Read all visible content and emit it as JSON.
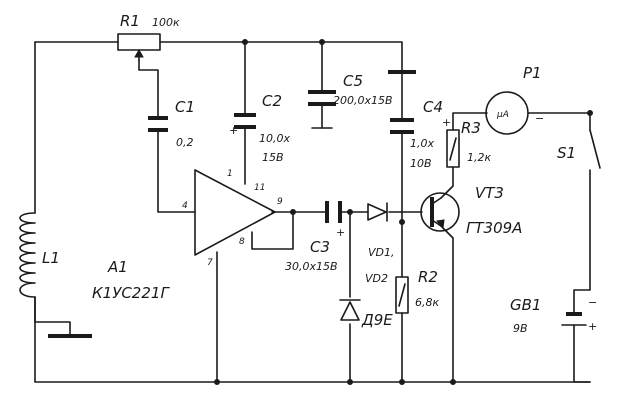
{
  "labels": {
    "r1_ref": "R1",
    "r1_val": "100к",
    "c1_ref": "C1",
    "c1_val": "0,2",
    "c2_ref": "C2",
    "c2_val1": "10,0х",
    "c2_val2": "15В",
    "c5_ref": "C5",
    "c5_val": "200,0х15В",
    "c4_ref": "C4",
    "c4_val1": "1,0х",
    "c4_val2": "10В",
    "r3_ref": "R3",
    "r3_val": "1,2к",
    "p1_ref": "P1",
    "meter_symbol": "μA",
    "s1_ref": "S1",
    "vt3_ref": "VT3",
    "vt3_part": "ГТ309А",
    "l1_ref": "L1",
    "a1_ref": "A1",
    "a1_part": "К1УС221Г",
    "c3_ref": "C3",
    "c3_val": "30,0х15В",
    "vd_ref1": "VD1,",
    "vd_ref2": "VD2",
    "vd_part": "Д9Е",
    "r2_ref": "R2",
    "r2_val": "6,8к",
    "gb1_ref": "GB1",
    "gb1_val": "9В",
    "pin1": "1",
    "pin4": "4",
    "pin7": "7",
    "pin8": "8",
    "pin9": "9",
    "pin11": "11",
    "plus": "+",
    "minus": "−"
  }
}
